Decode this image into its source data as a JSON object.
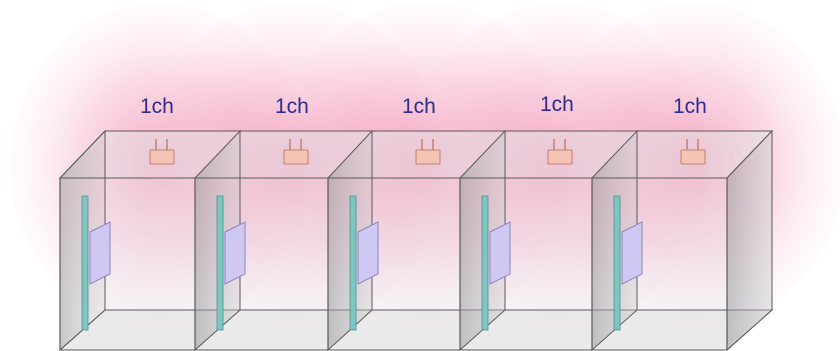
{
  "title": "",
  "colors": {
    "coverage": "#f07aa0",
    "box_face": "#d9d9dd",
    "box_edge": "#5a5a5a",
    "ap_body": "#f4c4b4",
    "ap_edge": "#c08070",
    "panel": "#cfc8f2",
    "panel_edge": "#8a84c0",
    "rail": "#7fc6c2",
    "label": "#2b2d8f"
  },
  "cells": [
    {
      "label": "1ch",
      "icon": "access-point-icon"
    },
    {
      "label": "1ch",
      "icon": "access-point-icon"
    },
    {
      "label": "1ch",
      "icon": "access-point-icon"
    },
    {
      "label": "1ch",
      "icon": "access-point-icon"
    },
    {
      "label": "1ch",
      "icon": "access-point-icon"
    }
  ]
}
